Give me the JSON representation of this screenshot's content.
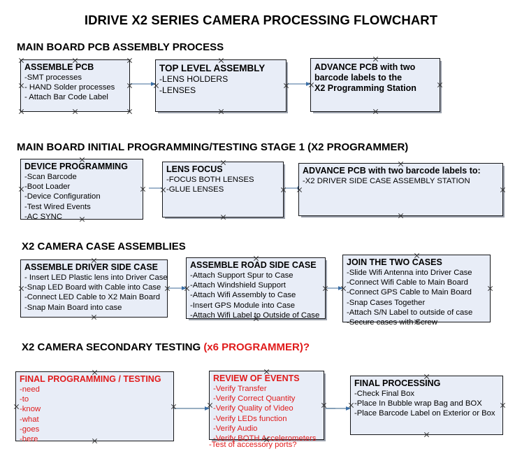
{
  "title": "IDRIVE X2  SERIES CAMERA PROCESSING FLOWCHART",
  "colors": {
    "box_fill": "#e8edf7",
    "box_border": "#16171a",
    "accent_red": "#e01b1b",
    "arrow_line": "#9fb5cc",
    "arrow_head": "#3a6ea5",
    "shadow": "#9aa0ab"
  },
  "sections": [
    {
      "id": "main-board-pcb-assembly",
      "heading": "MAIN BOARD PCB ASSEMBLY PROCESS",
      "heading_accent": "",
      "boxes": [
        {
          "id": "assemble-pcb",
          "title": "ASSEMBLE PCB",
          "lines": [
            "-SMT processes",
            "- HAND Solder processes",
            "- Attach Bar Code Label"
          ]
        },
        {
          "id": "top-level-assembly",
          "title": "TOP LEVEL ASSEMBLY",
          "lines": [
            "-LENS HOLDERS",
            "-LENSES"
          ]
        },
        {
          "id": "advance-pcb-programming-station",
          "title": "ADVANCE PCB with two",
          "lines": [
            "barcode labels to the",
            " X2 Programming Station"
          ]
        }
      ]
    },
    {
      "id": "main-board-initial-programming",
      "heading": "MAIN BOARD INITIAL PROGRAMMING/TESTING STAGE 1 (X2 PROGRAMMER)",
      "heading_accent": "",
      "boxes": [
        {
          "id": "device-programming",
          "title": "DEVICE PROGRAMMING",
          "lines": [
            "-Scan Barcode",
            "-Boot Loader",
            "-Device Configuration",
            "-Test Wired Events",
            "-AC SYNC"
          ]
        },
        {
          "id": "lens-focus",
          "title": "LENS FOCUS",
          "lines": [
            "-FOCUS BOTH LENSES",
            "-GLUE LENSES"
          ]
        },
        {
          "id": "advance-pcb-driver-side-station",
          "title": "ADVANCE PCB with two barcode labels to:",
          "lines": [
            "-X2 DRIVER  SIDE  CASE  ASSEMBLY STATION"
          ]
        }
      ]
    },
    {
      "id": "x2-camera-case-assemblies",
      "heading": "X2 CAMERA CASE ASSEMBLIES",
      "heading_accent": "",
      "boxes": [
        {
          "id": "assemble-driver-side-case",
          "title": "ASSEMBLE DRIVER SIDE CASE",
          "lines": [
            "- Insert LED Plastic lens into Driver Case",
            "-Snap LED Board with Cable into Case",
            "-Connect LED Cable to X2 Main Board",
            "-Snap Main Board into case"
          ]
        },
        {
          "id": "assemble-road-side-case",
          "title": "ASSEMBLE ROAD SIDE CASE",
          "lines": [
            "-Attach Support Spur to Case",
            "-Attach Windshield Support",
            "-Attach Wifi Assembly to Case",
            "-Insert GPS Module into Case",
            "-Attach Wifi Label to Outside of Case"
          ]
        },
        {
          "id": "join-the-two-cases",
          "title": "JOIN THE TWO CASES",
          "lines": [
            "-Slide Wifi Antenna into Driver Case",
            "-Connect Wifi Cable to Main Board",
            "-Connect GPS Cable to Main Board",
            "-Snap Cases Together",
            "-Attach S/N Label to outside of case",
            "-Secure cases with Screw"
          ]
        }
      ]
    },
    {
      "id": "x2-camera-secondary-testing",
      "heading": "X2 CAMERA SECONDARY TESTING ",
      "heading_accent": "(x6 PROGRAMMER)?",
      "boxes": [
        {
          "id": "final-programming-testing",
          "title": "FINAL PROGRAMMING / TESTING",
          "lines": [
            "-need",
            "-to",
            "-know",
            "-what",
            "-goes",
            "-here"
          ]
        },
        {
          "id": "review-of-events",
          "title": "REVIEW OF EVENTS",
          "lines": [
            "-Verify Transfer",
            "-Verify Correct Quantity",
            "-Verify Quality of Video",
            "-Verify LEDs function",
            "-Verify Audio",
            "-Verify BOTH Accelerometers"
          ],
          "overflow_line": "-Test of accessory ports?"
        },
        {
          "id": "final-processing",
          "title": "FINAL PROCESSING",
          "lines": [
            " -Check Final Box",
            "-Place In Bubble wrap Bag and BOX",
            "-Place Barcode Label on Exterior or Box"
          ]
        }
      ]
    }
  ]
}
